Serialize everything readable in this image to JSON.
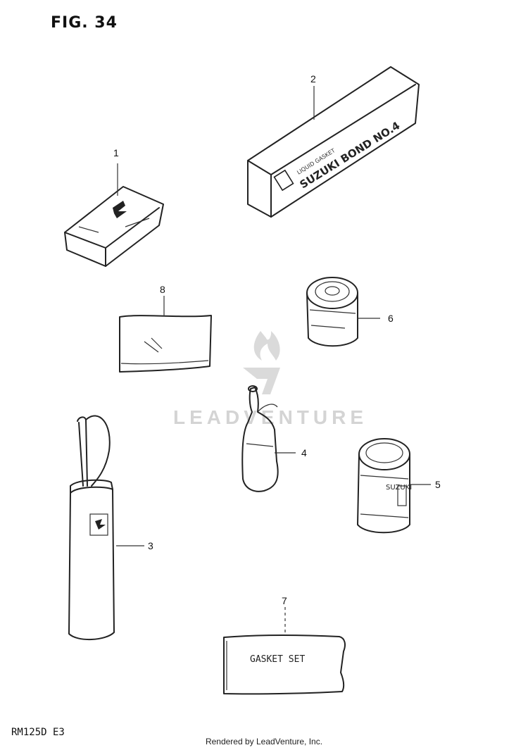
{
  "figure": {
    "title": "FIG. 34",
    "model_code": "RM125D E3"
  },
  "callouts": [
    "1",
    "2",
    "3",
    "4",
    "5",
    "6",
    "7",
    "8"
  ],
  "package_texts": {
    "bond_label": "SUZUKI BOND NO.4",
    "bond_sublabel": "LIQUID GASKET",
    "gasket_set_label": "GASKET SET",
    "can5_label": "SUZUKI"
  },
  "watermark": {
    "text": "LEADVENTURE"
  },
  "footer": {
    "text": "Rendered by LeadVenture, Inc."
  }
}
